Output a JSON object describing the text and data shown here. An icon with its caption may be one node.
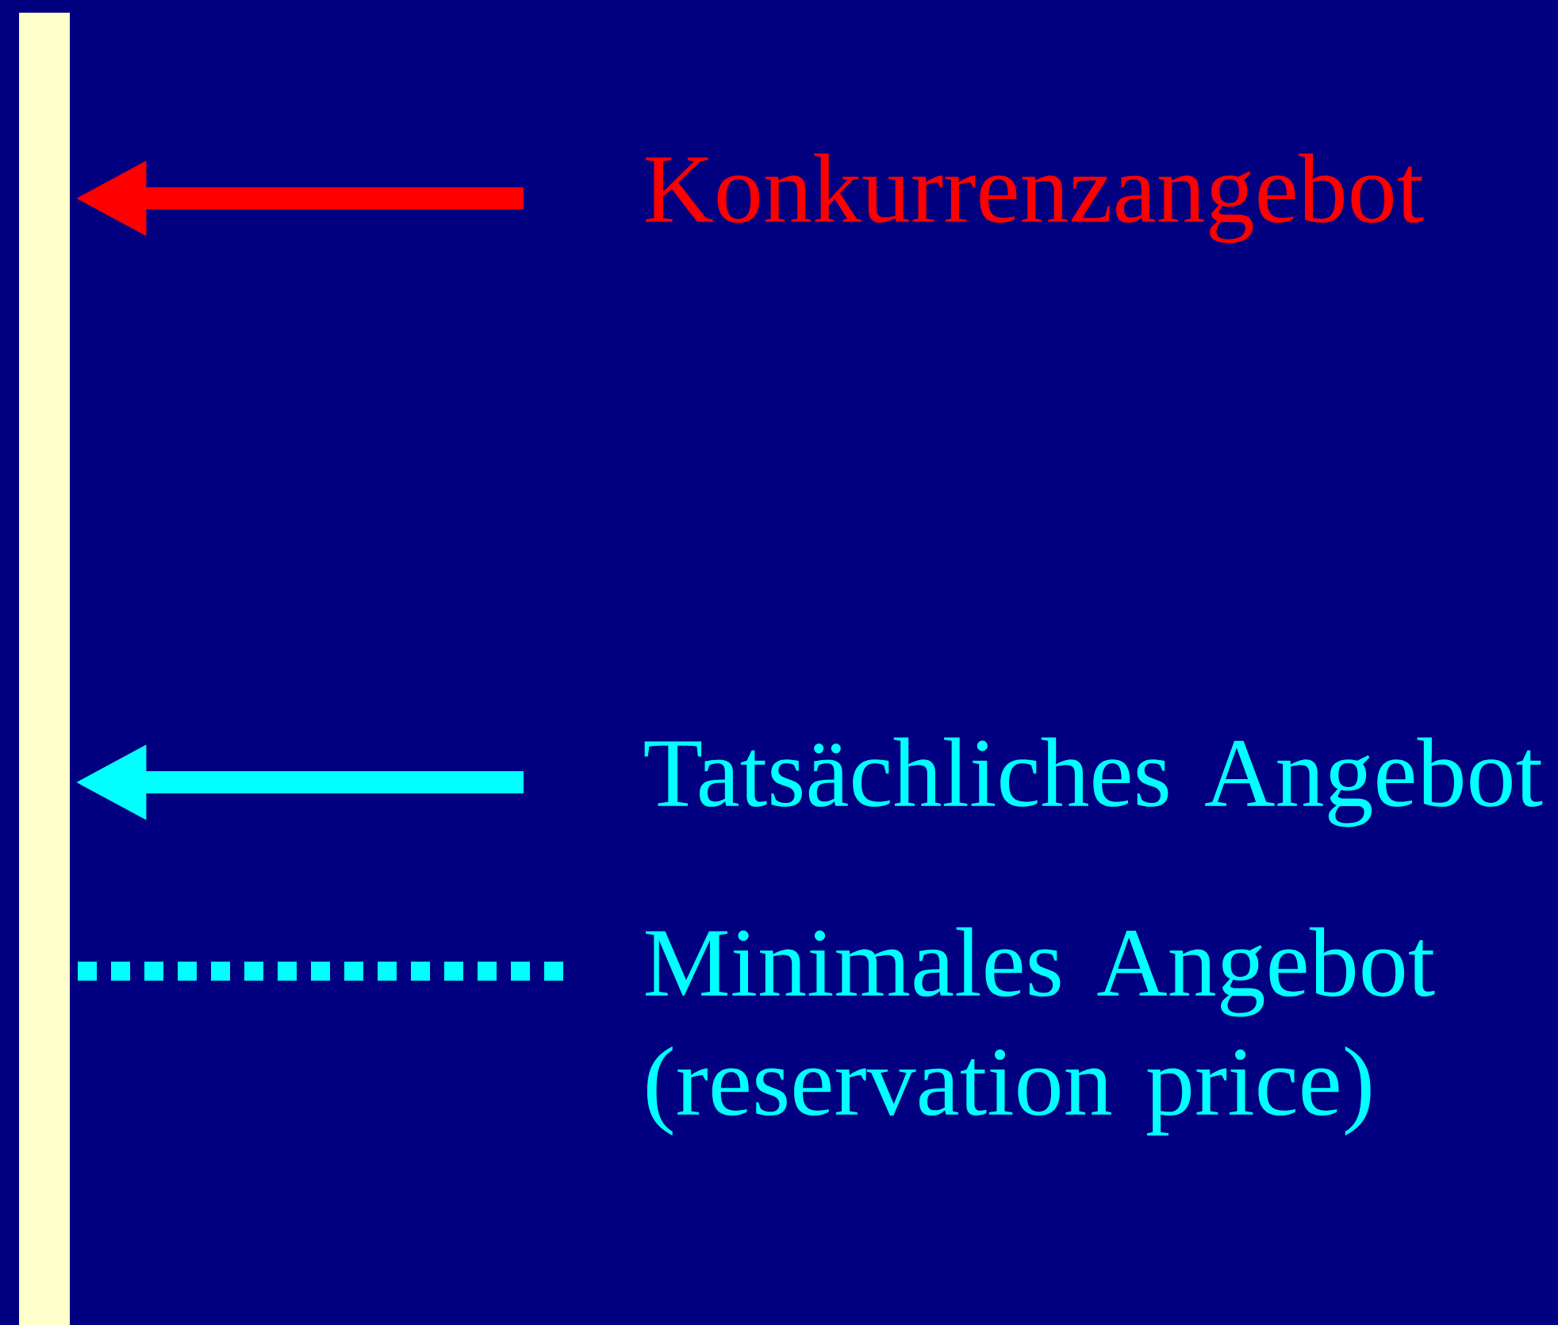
{
  "diagram": {
    "nodes": [
      {
        "text": [],
        "shape": "bar"
      },
      {
        "text": [
          "Konkurrenzangebot"
        ]
      },
      {
        "text": [
          "Tatsächliches Angebot"
        ]
      },
      {
        "text": [
          "Minimales Angebot (reservation price)"
        ]
      }
    ],
    "edges": [
      {
        "from": 1,
        "to": 0,
        "arrow": "to",
        "color": "#ff0000"
      },
      {
        "from": 2,
        "to": 0,
        "arrow": "to"
      },
      {
        "from": 3,
        "to": 0,
        "arrow": "none",
        "style": "dashed"
      }
    ]
  }
}
